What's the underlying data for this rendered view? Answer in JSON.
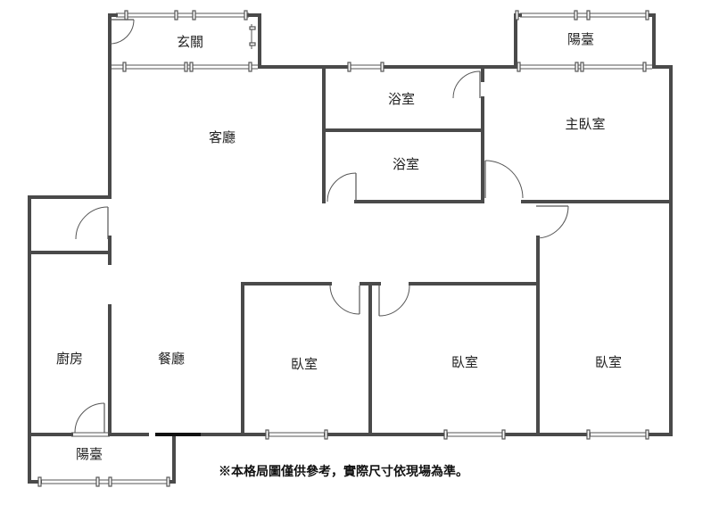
{
  "rooms": {
    "foyer": "玄關",
    "balcony_top": "陽臺",
    "bath_1": "浴室",
    "bath_2": "浴室",
    "master_bedroom": "主臥室",
    "living_room": "客廳",
    "kitchen": "廚房",
    "dining_room": "餐廳",
    "bedroom_1": "臥室",
    "bedroom_2": "臥室",
    "bedroom_3": "臥室",
    "balcony_bottom": "陽臺"
  },
  "disclaimer": "※本格局圖僅供參考，實際尺寸依現場為準。",
  "colors": {
    "wall": "#4a4a4a",
    "entry_mark": "#111111",
    "text": "#222222"
  }
}
